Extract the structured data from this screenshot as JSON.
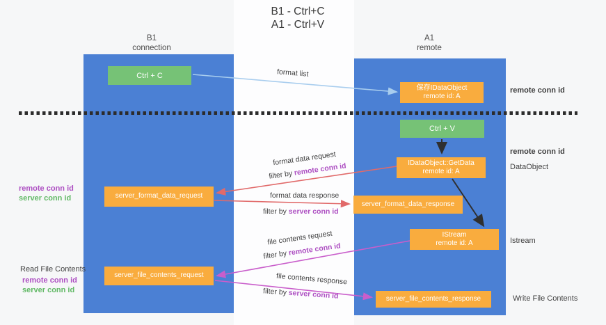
{
  "title": {
    "line1": "B1 - Ctrl+C",
    "line2": "A1 - Ctrl+V"
  },
  "lifelines": {
    "b1": {
      "name": "B1",
      "subtitle": "connection"
    },
    "a1": {
      "name": "A1",
      "subtitle": "remote"
    }
  },
  "nodes": {
    "ctrl_c": "Ctrl + C",
    "ctrl_v": "Ctrl + V",
    "saved_dataobject": {
      "line1": "保存IDataObject",
      "line2": "remote id: A"
    },
    "getdata": {
      "line1": "IDataObject::GetData",
      "line2": "remote id: A"
    },
    "istream": {
      "line1": "IStream",
      "line2": "remote id: A"
    },
    "server_format_data_request": "server_format_data_request",
    "server_format_data_response": "server_format_data_response",
    "server_file_contents_request": "server_file_contents_request",
    "server_file_contents_response": "server_file_contents_response"
  },
  "flow_labels": {
    "format_list": "format list",
    "format_data_request": "format data request",
    "format_data_response": "format data response",
    "file_contents_request": "file contents request",
    "file_contents_response": "file contents response",
    "filter_by": "filter by ",
    "remote_conn_id": "remote conn id",
    "server_conn_id": "server conn id"
  },
  "side_labels": {
    "left_remote_conn_id": "remote conn id",
    "left_server_conn_id": "server conn id",
    "read_file_contents": "Read File Contents",
    "bottom_remote_conn_id": "remote conn id",
    "bottom_server_conn_id": "server conn id",
    "right_remote_conn_id_top": "remote conn id",
    "right_remote_conn_id_mid": "remote conn id",
    "dataobject": "DataObject",
    "istream": "Istream",
    "write_file_contents": "Write File Contents"
  },
  "colors": {
    "lifeline_blue": "#4b80d4",
    "node_green": "#76c276",
    "node_orange": "#f9ac3e",
    "conn_id_purple": "#ad4fc2",
    "conn_id_green": "#62b966",
    "arrow_blue": "#a8cdee",
    "arrow_red": "#e16a6a",
    "arrow_magenta": "#c95ecb",
    "arrow_black": "#2f2f2f"
  }
}
